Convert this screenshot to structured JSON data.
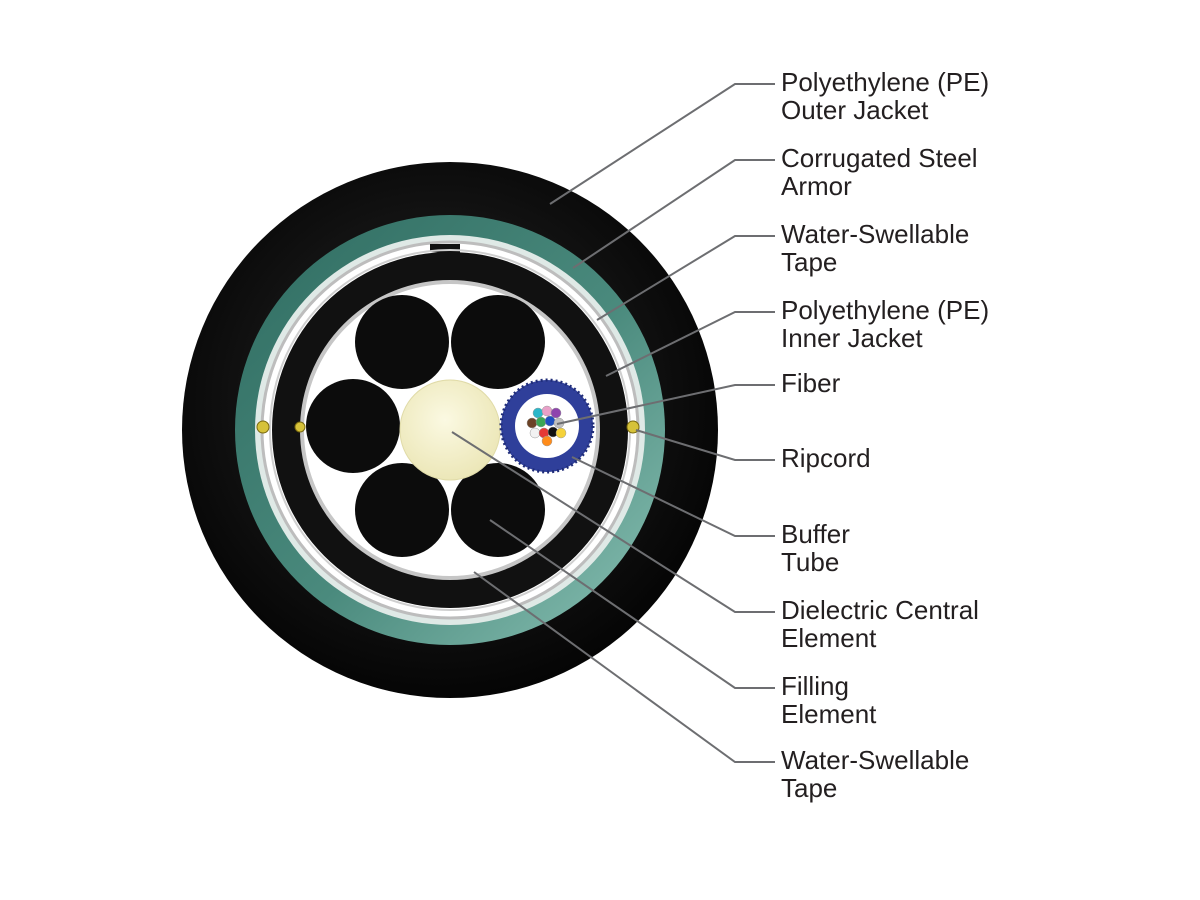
{
  "labels": [
    {
      "id": "pe-outer-jacket",
      "lines": [
        "Polyethylene (PE)",
        "Outer Jacket"
      ]
    },
    {
      "id": "corrugated-steel-armor",
      "lines": [
        "Corrugated Steel",
        "Armor"
      ]
    },
    {
      "id": "water-swellable-tape-outer",
      "lines": [
        "Water-Swellable",
        "Tape"
      ]
    },
    {
      "id": "pe-inner-jacket",
      "lines": [
        "Polyethylene (PE)",
        "Inner Jacket"
      ]
    },
    {
      "id": "fiber",
      "lines": [
        "Fiber"
      ]
    },
    {
      "id": "ripcord",
      "lines": [
        "Ripcord"
      ]
    },
    {
      "id": "buffer-tube",
      "lines": [
        "Buffer",
        "Tube"
      ]
    },
    {
      "id": "dielectric-central-element",
      "lines": [
        "Dielectric Central",
        "Element"
      ]
    },
    {
      "id": "filling-element",
      "lines": [
        "Filling",
        "Element"
      ]
    },
    {
      "id": "water-swellable-tape-inner",
      "lines": [
        "Water-Swellable",
        "Tape"
      ]
    }
  ],
  "colors": {
    "outer_jacket": "#0f0f0f",
    "armor": "#3f7f72",
    "armor_highlight": "#a9d4c8",
    "tape": "#d8d8d8",
    "inner_jacket": "#111111",
    "core_background": "#ffffff",
    "filling_element": "#0c0c0c",
    "central_element": "#f6f3cf",
    "buffer_tube": "#2f3f9a",
    "ripcord": "#d6c23a",
    "leader_line": "#6d6e71",
    "text": "#231f20"
  },
  "fiber_colors": [
    "#2ab7c9",
    "#e8a0c8",
    "#8e44ad",
    "#6b4226",
    "#3aa655",
    "#1f4fbf",
    "#c0c0c0",
    "#f2f2f2",
    "#e53935",
    "#111111",
    "#f5d23a",
    "#ff8c1a"
  ]
}
